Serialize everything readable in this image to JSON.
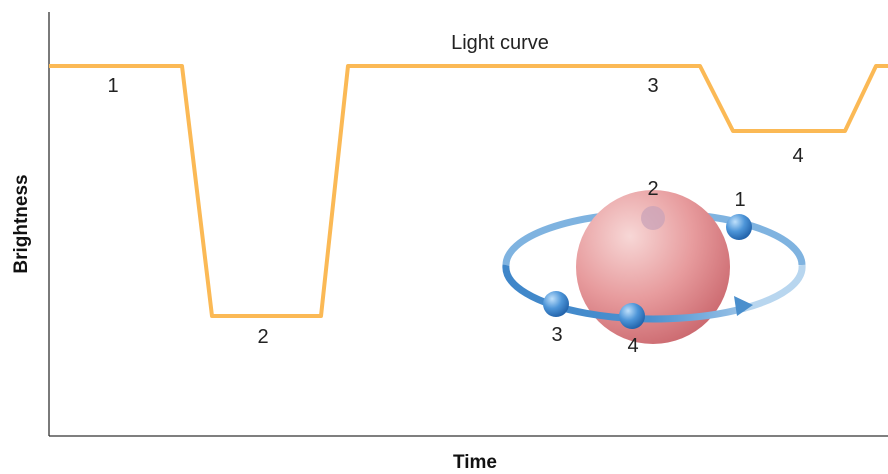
{
  "title": "Light curve",
  "xlabel": "Time",
  "ylabel": "Brightness",
  "colors": {
    "curve": "#fbb955",
    "star_light": "#f3c8c8",
    "star_dark": "#cf6c71",
    "orbit": "#4a90cf",
    "orbit_light": "#b8d6ef",
    "planet": "#3f86d0"
  },
  "curve_labels": [
    "1",
    "2",
    "3",
    "4"
  ],
  "orbit_labels": [
    "1",
    "2",
    "3",
    "4"
  ]
}
